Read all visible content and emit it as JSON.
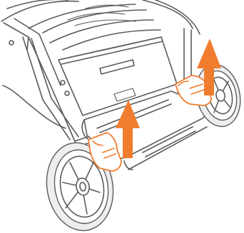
{
  "figure": {
    "subject": "stroller-storage-basket-removal",
    "icons": [
      "stroller-frame",
      "storage-basket",
      "left-rear-wheel",
      "right-rear-wheel",
      "left-release-latch",
      "right-release-latch",
      "lift-up-arrow"
    ]
  },
  "colors": {
    "accent": "#f07d2e",
    "line": "#5b5b5b",
    "tire": "#eeeeee"
  }
}
